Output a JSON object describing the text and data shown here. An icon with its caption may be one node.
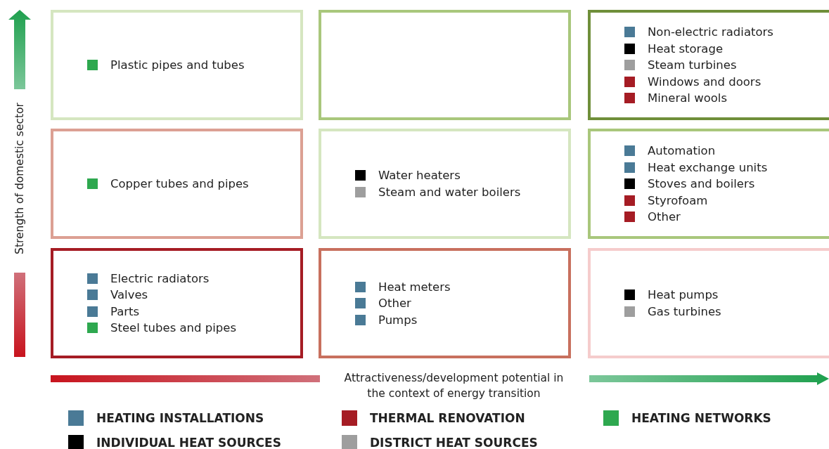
{
  "diagram": {
    "nodes": [
      {
        "text": [],
        "shape": "box"
      },
      {
        "text": [
          "Plastic pipes and tubes"
        ],
        "in": 0
      },
      {
        "text": [],
        "shape": "box"
      },
      {
        "text": [],
        "shape": "box"
      },
      {
        "text": [
          "Non-electric radiators"
        ],
        "in": 3
      },
      {
        "text": [
          "Heat storage"
        ],
        "in": 3
      },
      {
        "text": [
          "Steam turbines"
        ],
        "in": 3
      },
      {
        "text": [
          "Windows and doors"
        ],
        "in": 3
      },
      {
        "text": [
          "Mineral wools"
        ],
        "in": 3
      },
      {
        "text": [],
        "shape": "box"
      },
      {
        "text": [
          "Copper tubes and pipes"
        ],
        "in": 9
      },
      {
        "text": [],
        "shape": "box"
      },
      {
        "text": [
          "Water heaters"
        ],
        "in": 11
      },
      {
        "text": [
          "Steam and water boilers"
        ],
        "in": 11
      },
      {
        "text": [],
        "shape": "box"
      },
      {
        "text": [
          "Automation"
        ],
        "in": 14
      },
      {
        "text": [
          "Heat exchange units"
        ],
        "in": 14
      },
      {
        "text": [
          "Stoves and boilers"
        ],
        "in": 14
      },
      {
        "text": [
          "Styrofoam"
        ],
        "in": 14
      },
      {
        "text": [
          "Other"
        ],
        "in": 14
      },
      {
        "text": [],
        "shape": "box"
      },
      {
        "text": [
          "Electric radiators"
        ],
        "in": 20
      },
      {
        "text": [
          "Valves"
        ],
        "in": 20
      },
      {
        "text": [
          "Parts"
        ],
        "in": 20
      },
      {
        "text": [
          "Steel tubes and pipes"
        ],
        "in": 20
      },
      {
        "text": [],
        "shape": "box"
      },
      {
        "text": [
          "Heat meters"
        ],
        "in": 25
      },
      {
        "text": [
          "Other"
        ],
        "in": 25
      },
      {
        "text": [
          "Pumps"
        ],
        "in": 25
      },
      {
        "text": [],
        "shape": "box"
      },
      {
        "text": [
          "Heat pumps"
        ],
        "in": 29
      },
      {
        "text": [
          "Gas turbines"
        ],
        "in": 29
      }
    ],
    "edges": [],
    "labels": [
      "Strength of domestic sector",
      "Attractiveness/development potential in the context of energy transition"
    ],
    "legend": [
      {
        "text": "HEATING INSTALLATIONS",
        "color": "#4a7a96"
      },
      {
        "text": "THERMAL RENOVATION",
        "color": "#a51c24"
      },
      {
        "text": "HEATING NETWORKS",
        "color": "#2ea84f"
      },
      {
        "text": "INDIVIDUAL HEAT SOURCES",
        "color": "#000000"
      },
      {
        "text": "DISTRICT HEAT SOURCES",
        "color": "#9e9e9e"
      }
    ]
  }
}
